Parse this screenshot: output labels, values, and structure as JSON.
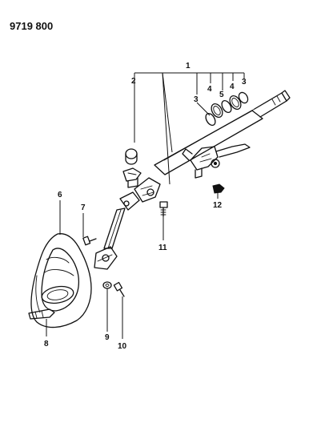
{
  "header": {
    "ref_code": "9719 800"
  },
  "callouts": [
    {
      "id": "1",
      "text": "1"
    },
    {
      "id": "2",
      "text": "2"
    },
    {
      "id": "3a",
      "text": "3"
    },
    {
      "id": "3b",
      "text": "3"
    },
    {
      "id": "4a",
      "text": "4"
    },
    {
      "id": "4b",
      "text": "4"
    },
    {
      "id": "5",
      "text": "5"
    },
    {
      "id": "6",
      "text": "6"
    },
    {
      "id": "7",
      "text": "7"
    },
    {
      "id": "8",
      "text": "8"
    },
    {
      "id": "9",
      "text": "9"
    },
    {
      "id": "10",
      "text": "10"
    },
    {
      "id": "11",
      "text": "11"
    },
    {
      "id": "12",
      "text": "12"
    }
  ]
}
